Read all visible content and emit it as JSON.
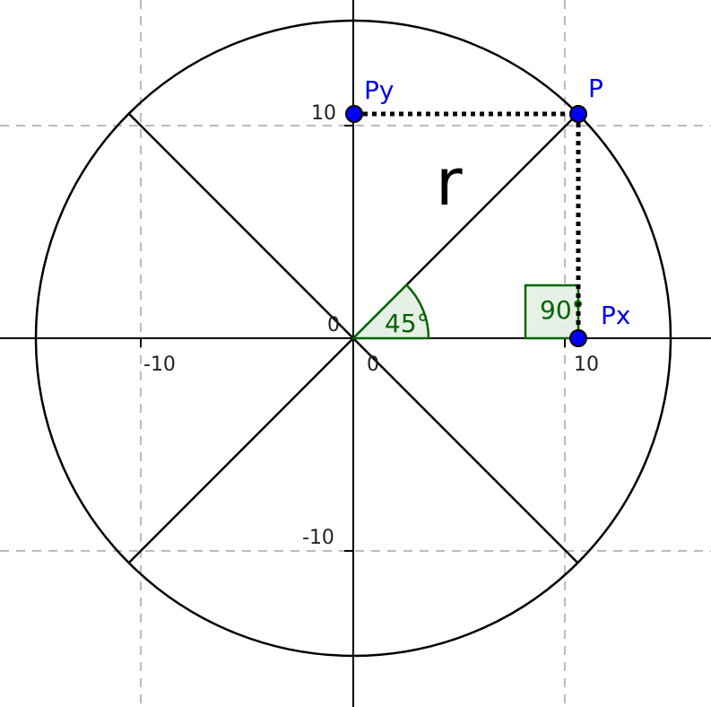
{
  "labels": {
    "radius": "r",
    "point_p": "P",
    "point_px": "Px",
    "point_py": "Py",
    "angle_main": "45°",
    "angle_right": "90°"
  },
  "ticks": {
    "x_neg": "-10",
    "x_zero": "0",
    "x_pos": "10",
    "y_pos": "10",
    "y_zero": "0",
    "y_neg": "-10"
  },
  "colors": {
    "point_fill": "#0000ff",
    "point_label": "#0000ee",
    "angle": "#006400",
    "angle_fill": "#e6f0e6",
    "grid": "#bbbbbb",
    "stroke": "#000000"
  }
}
